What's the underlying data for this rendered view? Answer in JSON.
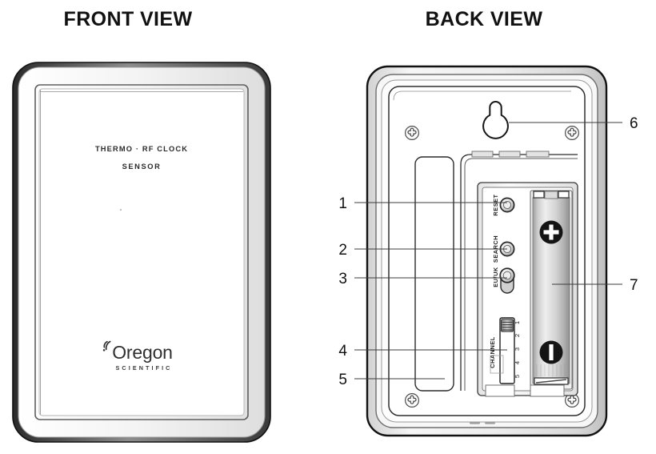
{
  "document": {
    "kind": "product-diagram",
    "subject": "Thermo RF Clock Sensor"
  },
  "views": {
    "front": {
      "title": "FRONT VIEW",
      "faceplate": {
        "line1": "THERMO · RF CLOCK",
        "line2": "SENSOR"
      },
      "logo": {
        "word": "Oregon",
        "subtitle": "SCIENTIFIC",
        "icon": "signal-wave-icon"
      }
    },
    "back": {
      "title": "BACK VIEW",
      "labels": {
        "reset": "RESET",
        "search": "SEARCH",
        "region": "EU/UK",
        "channel": "CHANNEL"
      },
      "channel_switch": {
        "positions": [
          "1",
          "2",
          "3",
          "4",
          "5"
        ],
        "selected": "1"
      },
      "battery": {
        "positive": "+",
        "negative": "−"
      }
    }
  },
  "callouts": [
    {
      "num": "1",
      "target": "reset-button",
      "side": "left"
    },
    {
      "num": "2",
      "target": "search-button",
      "side": "left"
    },
    {
      "num": "3",
      "target": "eu-uk-button",
      "side": "left"
    },
    {
      "num": "4",
      "target": "channel-switch",
      "side": "left"
    },
    {
      "num": "5",
      "target": "table-stand-panel",
      "side": "left"
    },
    {
      "num": "6",
      "target": "wall-mount-keyhole",
      "side": "right"
    },
    {
      "num": "7",
      "target": "battery-compartment",
      "side": "right"
    }
  ],
  "colors": {
    "ink": "#111111",
    "shell": "#f2f2f2",
    "leader": "#3c3c3c",
    "battery_body": "#c9c9c9"
  }
}
